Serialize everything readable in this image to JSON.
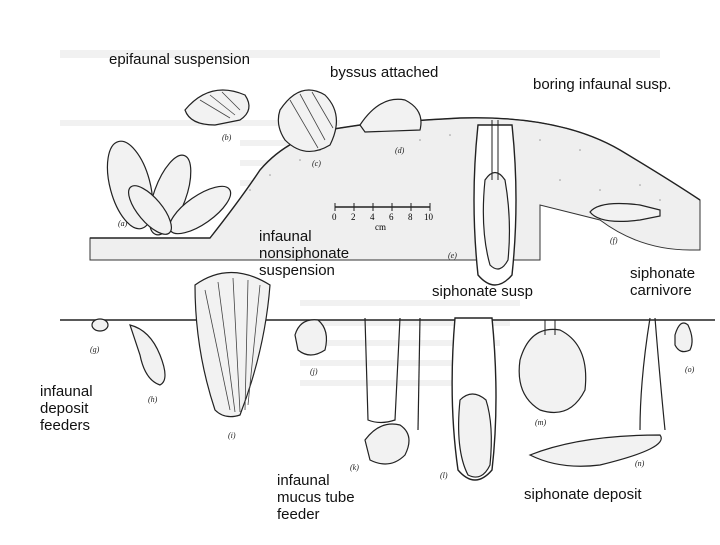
{
  "labels": {
    "epifaunal_suspension": "epifaunal suspension",
    "byssus_attached": "byssus attached",
    "boring_infaunal_susp": "boring infaunal susp.",
    "infaunal_nonsiphonate": [
      "infaunal",
      "nonsiphonate",
      "suspension"
    ],
    "siphonate_susp": "siphonate susp",
    "siphonate_carnivore": [
      "siphonate",
      "carnivore"
    ],
    "infaunal_deposit": [
      "infaunal",
      "deposit",
      "feeders"
    ],
    "infaunal_mucus": [
      "infaunal",
      "mucus tube",
      "feeder"
    ],
    "siphonate_deposit": "siphonate deposit"
  },
  "figure_letters": [
    "(a)",
    "(b)",
    "(c)",
    "(d)",
    "(e)",
    "(f)",
    "(g)",
    "(h)",
    "(i)",
    "(j)",
    "(k)",
    "(l)",
    "(m)",
    "(n)",
    "(o)"
  ],
  "scale_bar": {
    "ticks": [
      "0",
      "2",
      "4",
      "6",
      "8",
      "10"
    ],
    "unit": "cm"
  }
}
